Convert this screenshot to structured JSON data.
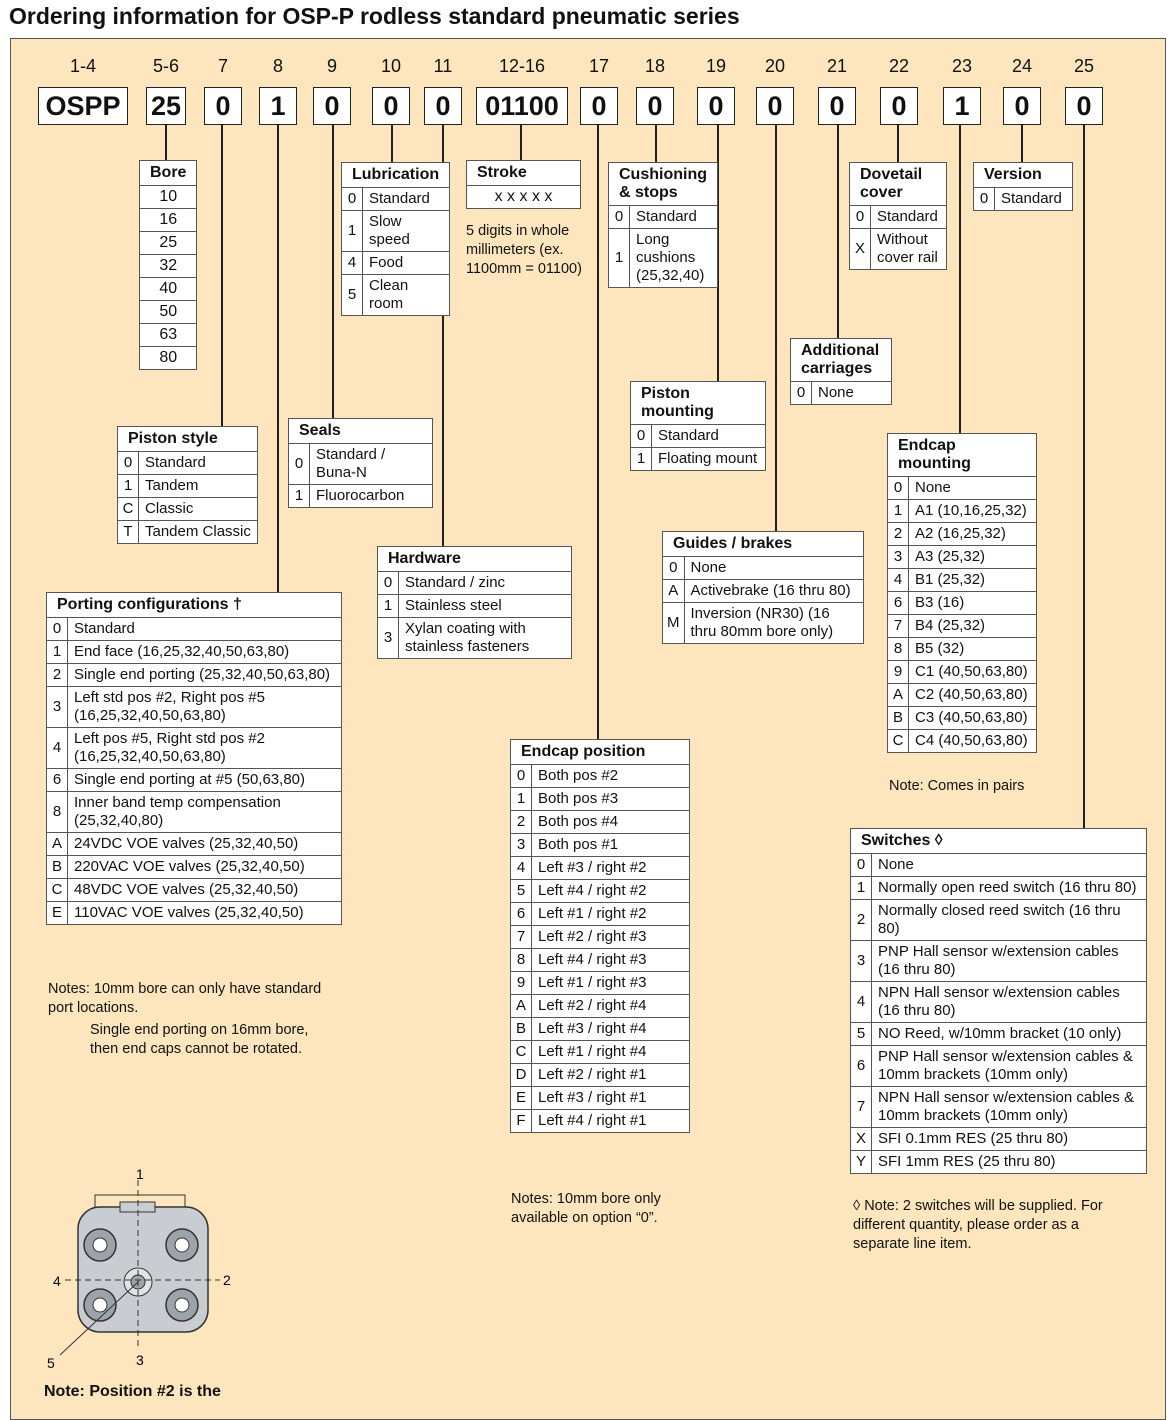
{
  "title": "Ordering information for OSP-P rodless standard pneumatic series",
  "positions": [
    {
      "label": "1-4",
      "code": "OSPP"
    },
    {
      "label": "5-6",
      "code": "25"
    },
    {
      "label": "7",
      "code": "0"
    },
    {
      "label": "8",
      "code": "1"
    },
    {
      "label": "9",
      "code": "0"
    },
    {
      "label": "10",
      "code": "0"
    },
    {
      "label": "11",
      "code": "0"
    },
    {
      "label": "12-16",
      "code": "01100"
    },
    {
      "label": "17",
      "code": "0"
    },
    {
      "label": "18",
      "code": "0"
    },
    {
      "label": "19",
      "code": "0"
    },
    {
      "label": "20",
      "code": "0"
    },
    {
      "label": "21",
      "code": "0"
    },
    {
      "label": "22",
      "code": "0"
    },
    {
      "label": "23",
      "code": "1"
    },
    {
      "label": "24",
      "code": "0"
    },
    {
      "label": "25",
      "code": "0"
    }
  ],
  "bore": {
    "title": "Bore",
    "rows": [
      "10",
      "16",
      "25",
      "32",
      "40",
      "50",
      "63",
      "80"
    ]
  },
  "lubrication": {
    "title": "Lubrication",
    "rows": [
      [
        "0",
        "Standard"
      ],
      [
        "1",
        "Slow speed"
      ],
      [
        "4",
        "Food"
      ],
      [
        "5",
        "Clean room"
      ]
    ]
  },
  "stroke": {
    "title": "Stroke",
    "value": "x x x x x",
    "note": "5 digits in whole millimeters (ex. 1100mm = 01100)"
  },
  "cushioning": {
    "title": "Cushioning & stops",
    "rows": [
      [
        "0",
        "Standard"
      ],
      [
        "1",
        "Long cushions (25,32,40)"
      ]
    ]
  },
  "dovetail": {
    "title": "Dovetail cover",
    "rows": [
      [
        "0",
        "Standard"
      ],
      [
        "X",
        "Without cover rail"
      ]
    ]
  },
  "version": {
    "title": "Version",
    "rows": [
      [
        "0",
        "Standard"
      ]
    ]
  },
  "additional": {
    "title": "Additional carriages",
    "rows": [
      [
        "0",
        "None"
      ]
    ]
  },
  "piston_mounting": {
    "title": "Piston mounting",
    "rows": [
      [
        "0",
        "Standard"
      ],
      [
        "1",
        "Floating mount"
      ]
    ]
  },
  "seals": {
    "title": "Seals",
    "rows": [
      [
        "0",
        "Standard / Buna-N"
      ],
      [
        "1",
        "Fluorocarbon"
      ]
    ]
  },
  "piston_style": {
    "title": "Piston style",
    "rows": [
      [
        "0",
        "Standard"
      ],
      [
        "1",
        "Tandem"
      ],
      [
        "C",
        "Classic"
      ],
      [
        "T",
        "Tandem Classic"
      ]
    ]
  },
  "hardware": {
    "title": "Hardware",
    "rows": [
      [
        "0",
        "Standard / zinc"
      ],
      [
        "1",
        "Stainless steel"
      ],
      [
        "3",
        "Xylan coating with stainless fasteners"
      ]
    ]
  },
  "guides": {
    "title": "Guides / brakes",
    "rows": [
      [
        "0",
        "None"
      ],
      [
        "A",
        "Activebrake (16 thru 80)"
      ],
      [
        "M",
        "Inversion (NR30) (16 thru 80mm bore only)"
      ]
    ]
  },
  "endcap_mounting": {
    "title": "Endcap mounting",
    "rows": [
      [
        "0",
        "None"
      ],
      [
        "1",
        "A1 (10,16,25,32)"
      ],
      [
        "2",
        "A2 (16,25,32)"
      ],
      [
        "3",
        "A3 (25,32)"
      ],
      [
        "4",
        "B1 (25,32)"
      ],
      [
        "6",
        "B3 (16)"
      ],
      [
        "7",
        "B4 (25,32)"
      ],
      [
        "8",
        "B5 (32)"
      ],
      [
        "9",
        "C1 (40,50,63,80)"
      ],
      [
        "A",
        "C2 (40,50,63,80)"
      ],
      [
        "B",
        "C3 (40,50,63,80)"
      ],
      [
        "C",
        "C4 (40,50,63,80)"
      ]
    ],
    "note": "Note: Comes in pairs"
  },
  "porting": {
    "title": "Porting configurations",
    "mark": "†",
    "rows": [
      [
        "0",
        "Standard"
      ],
      [
        "1",
        "End face (16,25,32,40,50,63,80)"
      ],
      [
        "2",
        "Single end porting (25,32,40,50,63,80)"
      ],
      [
        "3",
        "Left std pos #2, Right pos #5 (16,25,32,40,50,63,80)"
      ],
      [
        "4",
        "Left pos #5, Right std pos #2 (16,25,32,40,50,63,80)"
      ],
      [
        "6",
        "Single end porting at #5 (50,63,80)"
      ],
      [
        "8",
        "Inner band temp compensation (25,32,40,80)"
      ],
      [
        "A",
        "24VDC VOE valves (25,32,40,50)"
      ],
      [
        "B",
        "220VAC VOE valves (25,32,40,50)"
      ],
      [
        "C",
        "48VDC VOE valves (25,32,40,50)"
      ],
      [
        "E",
        "110VAC VOE valves (25,32,40,50)"
      ]
    ],
    "note1": "Notes: 10mm bore can only have standard port locations.",
    "note2": "Single end porting on 16mm bore, then end caps cannot be rotated."
  },
  "endcap_position": {
    "title": "Endcap position",
    "rows": [
      [
        "0",
        "Both pos #2"
      ],
      [
        "1",
        "Both pos #3"
      ],
      [
        "2",
        "Both pos #4"
      ],
      [
        "3",
        "Both pos #1"
      ],
      [
        "4",
        "Left #3 / right #2"
      ],
      [
        "5",
        "Left #4 / right #2"
      ],
      [
        "6",
        "Left #1 / right #2"
      ],
      [
        "7",
        "Left #2 / right #3"
      ],
      [
        "8",
        "Left #4 / right #3"
      ],
      [
        "9",
        "Left #1 / right #3"
      ],
      [
        "A",
        "Left #2 / right #4"
      ],
      [
        "B",
        "Left #3 / right #4"
      ],
      [
        "C",
        "Left #1 / right #4"
      ],
      [
        "D",
        "Left #2 / right #1"
      ],
      [
        "E",
        "Left #3 / right #1"
      ],
      [
        "F",
        "Left #4 / right #1"
      ]
    ],
    "note": "Notes: 10mm bore only available on option “0”."
  },
  "switches": {
    "title": "Switches",
    "mark": "◊",
    "rows": [
      [
        "0",
        "None"
      ],
      [
        "1",
        "Normally open reed switch (16 thru 80)"
      ],
      [
        "2",
        "Normally closed reed switch (16 thru 80)"
      ],
      [
        "3",
        "PNP Hall sensor w/extension cables (16 thru 80)"
      ],
      [
        "4",
        "NPN Hall sensor w/extension cables (16 thru 80)"
      ],
      [
        "5",
        "NO Reed, w/10mm bracket (10 only)"
      ],
      [
        "6",
        "PNP Hall sensor w/extension cables & 10mm brackets (10mm only)"
      ],
      [
        "7",
        "NPN Hall sensor w/extension cables & 10mm brackets (10mm only)"
      ],
      [
        "X",
        "SFI 0.1mm RES (25 thru 80)"
      ],
      [
        "Y",
        "SFI 1mm RES (25 thru 80)"
      ]
    ],
    "note": "◊ Note: 2 switches will be supplied. For different quantity, please order as a separate line item."
  },
  "diagram": {
    "labels": [
      "1",
      "2",
      "3",
      "4",
      "5"
    ],
    "note": "Note: Position #2 is the"
  },
  "colors": {
    "panel": "#fde6bd",
    "border": "#222"
  }
}
